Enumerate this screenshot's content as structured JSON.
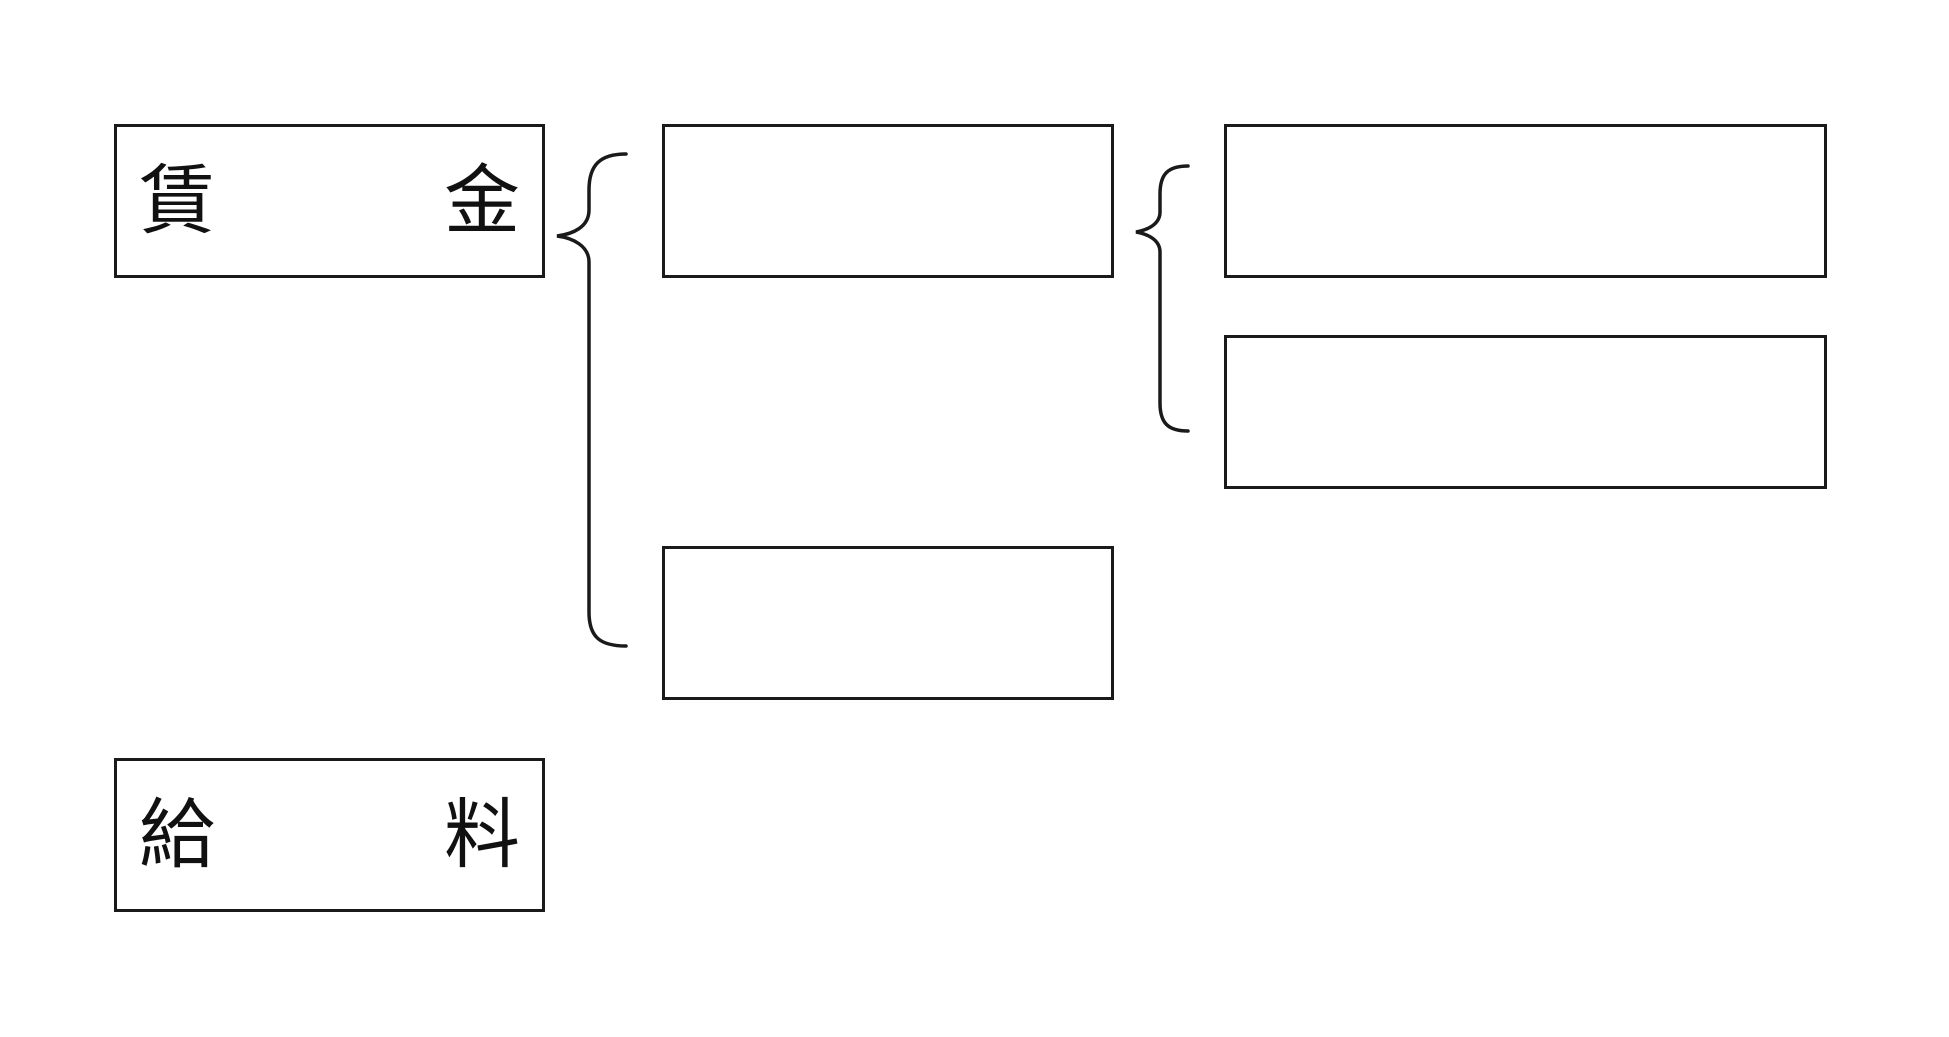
{
  "diagram": {
    "wage_box": {
      "char_left": "賃",
      "char_right": "金"
    },
    "salary_box": {
      "char_left": "給",
      "char_right": "料"
    },
    "middle_boxes": [
      {
        "text": ""
      },
      {
        "text": ""
      }
    ],
    "right_boxes": [
      {
        "text": ""
      },
      {
        "text": ""
      }
    ],
    "colors": {
      "line": "#1a1a1a",
      "background": "#ffffff"
    }
  }
}
